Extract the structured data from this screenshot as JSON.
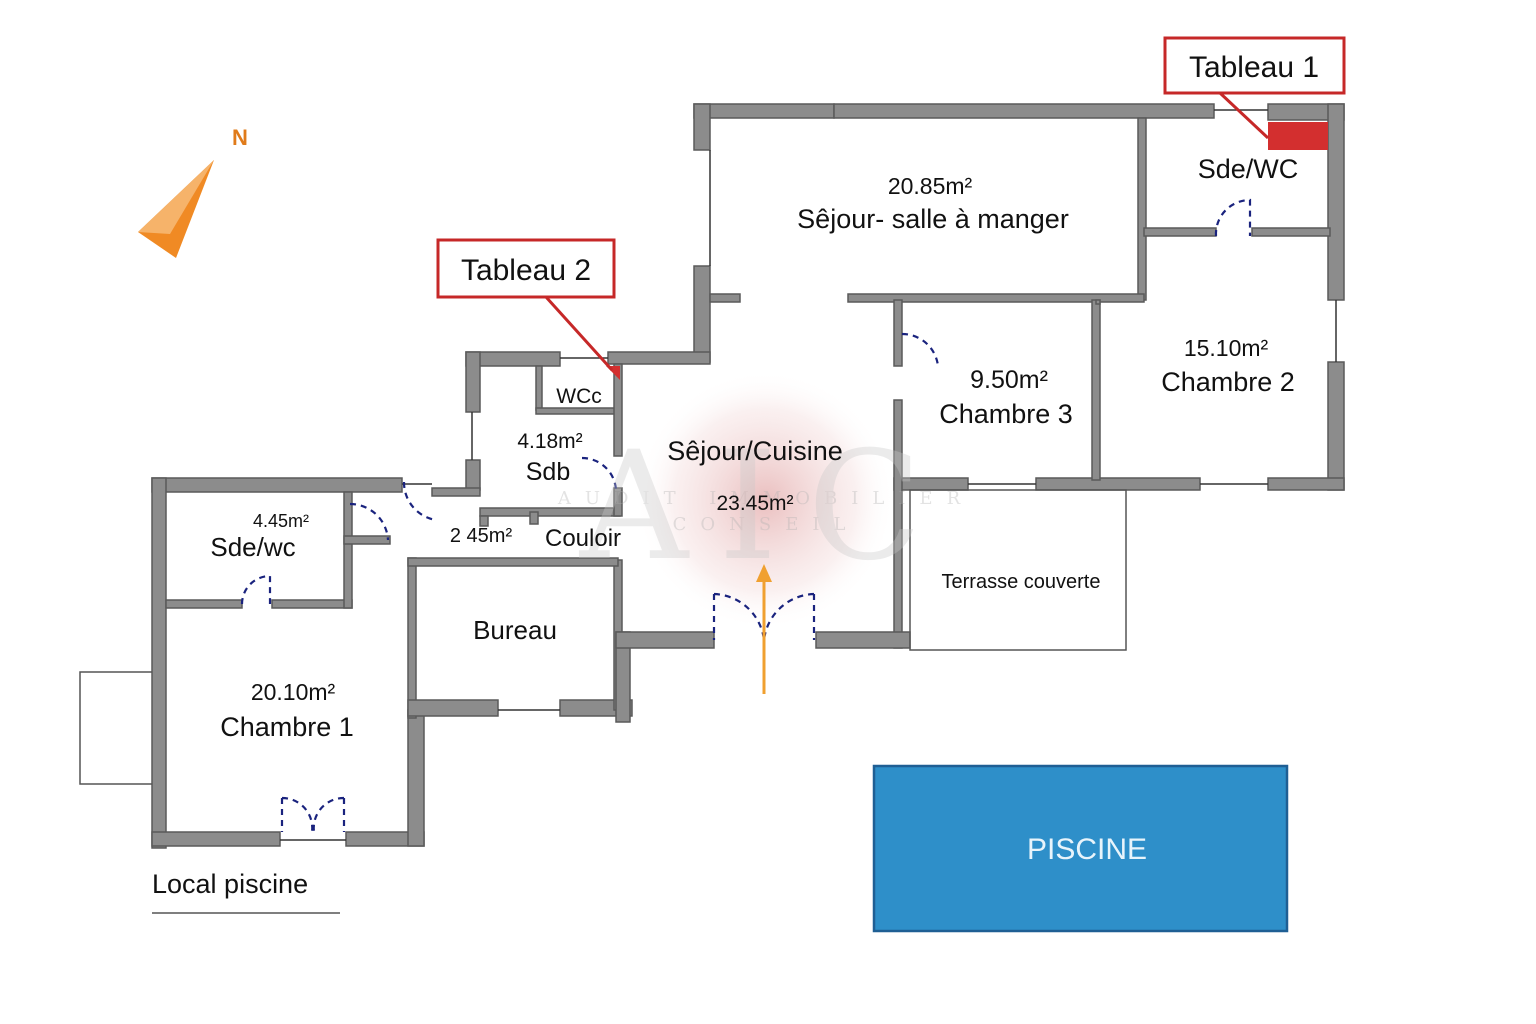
{
  "compass": {
    "label": "N"
  },
  "callouts": [
    {
      "label": "Tableau 1"
    },
    {
      "label": "Tableau 2"
    }
  ],
  "rooms": {
    "sejour_salle": {
      "area": "20.85m²",
      "name": "Sêjour- salle à manger"
    },
    "sde_wc_1": {
      "name": "Sde/WC"
    },
    "chambre2": {
      "area": "15.10m²",
      "name": "Chambre 2"
    },
    "chambre3": {
      "area": "9.50m²",
      "name": "Chambre 3"
    },
    "wcc": {
      "name": "WCc"
    },
    "sdb": {
      "area": "4.18m²",
      "name": "Sdb"
    },
    "sejour_cuisine": {
      "name": "Sêjour/Cuisine",
      "area": "23.45m²"
    },
    "sde_wc_2": {
      "area": "4.45m²",
      "name": "Sde/wc"
    },
    "couloir": {
      "area": "2 45m²",
      "name": "Couloir"
    },
    "bureau": {
      "name": "Bureau"
    },
    "chambre1": {
      "area": "20.10m²",
      "name": "Chambre 1"
    },
    "terrasse": {
      "name": "Terrasse couverte"
    },
    "piscine": {
      "name": "PISCINE"
    },
    "local_piscine": {
      "name": "Local piscine"
    }
  },
  "watermark": {
    "logo": "AIC",
    "line1": "AUDIT IMMOBILIER",
    "line2": "CONSEIL"
  },
  "colors": {
    "wall": "#8c8c8c",
    "callout_border": "#c62828",
    "electrical_panel": "#d32f2f",
    "door_swing": "#1a237e",
    "pool": "#2e8fc9",
    "compass": "#f08a24",
    "entrance_arrow": "#f0a030"
  }
}
